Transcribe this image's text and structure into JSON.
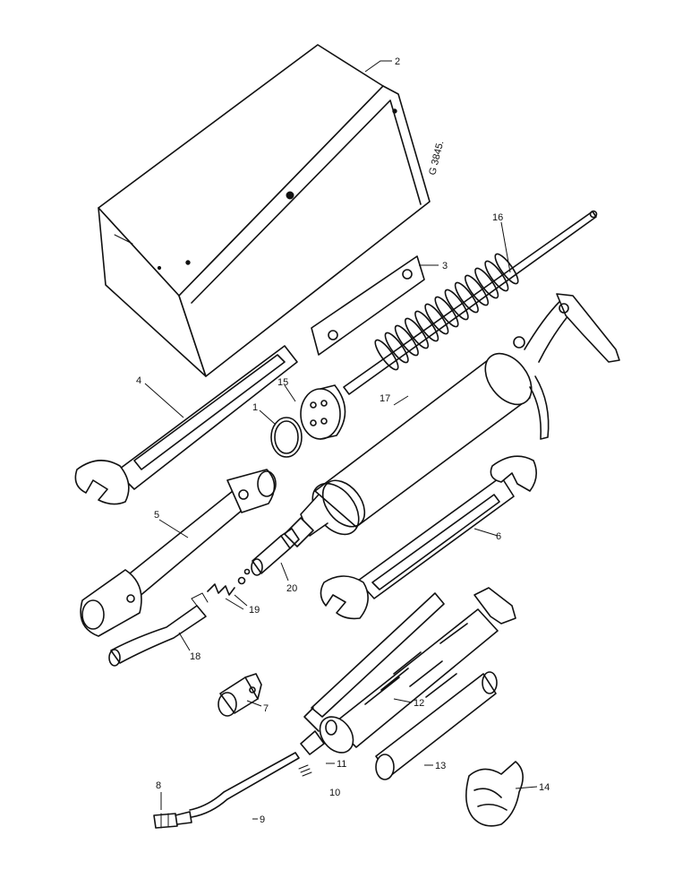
{
  "drawing_code": "G 3845.",
  "callouts": {
    "c1": "1",
    "c2": "2",
    "c3": "3",
    "c4": "4",
    "c5": "5",
    "c6": "6",
    "c7": "7",
    "c8": "8",
    "c9": "9",
    "c10": "10",
    "c11": "11",
    "c12": "12",
    "c13": "13",
    "c14": "14",
    "c15": "15",
    "c16": "16",
    "c17": "17",
    "c18": "18",
    "c19": "19",
    "c20": "20"
  }
}
